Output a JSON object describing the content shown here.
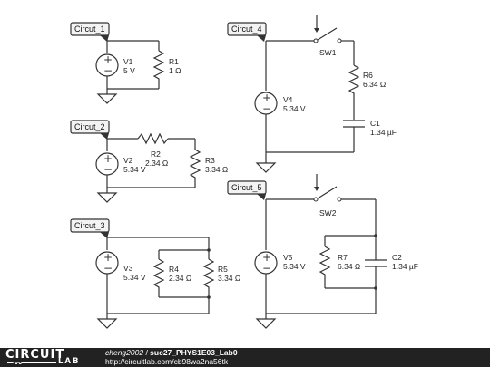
{
  "circuits": [
    {
      "tag": "Circut_1",
      "parts": [
        {
          "name": "V1",
          "value": "5 V"
        },
        {
          "name": "R1",
          "value": "1 Ω"
        }
      ]
    },
    {
      "tag": "Circut_2",
      "parts": [
        {
          "name": "V2",
          "value": "5.34 V"
        },
        {
          "name": "R2",
          "value": "2.34 Ω"
        },
        {
          "name": "R3",
          "value": "3.34 Ω"
        }
      ]
    },
    {
      "tag": "Circut_3",
      "parts": [
        {
          "name": "V3",
          "value": "5.34 V"
        },
        {
          "name": "R4",
          "value": "2.34 Ω"
        },
        {
          "name": "R5",
          "value": "3.34 Ω"
        }
      ]
    },
    {
      "tag": "Circut_4",
      "parts": [
        {
          "name": "SW1",
          "value": ""
        },
        {
          "name": "R6",
          "value": "6.34 Ω"
        },
        {
          "name": "V4",
          "value": "5.34 V"
        },
        {
          "name": "C1",
          "value": "1.34 µF"
        }
      ]
    },
    {
      "tag": "Circut_5",
      "parts": [
        {
          "name": "SW2",
          "value": ""
        },
        {
          "name": "V5",
          "value": "5.34 V"
        },
        {
          "name": "R7",
          "value": "6.34 Ω"
        },
        {
          "name": "C2",
          "value": "1.34 µF"
        }
      ]
    }
  ],
  "source_signs": {
    "plus": "+",
    "minus": "−"
  },
  "footer": {
    "logo_word1": "CIRCUIT",
    "logo_word2": "LAB",
    "author": "cheng2002",
    "separator": " / ",
    "title": "suc27_PHYS1E03_Lab0",
    "url": "http://circuitlab.com/cb98wa2na56tk"
  }
}
